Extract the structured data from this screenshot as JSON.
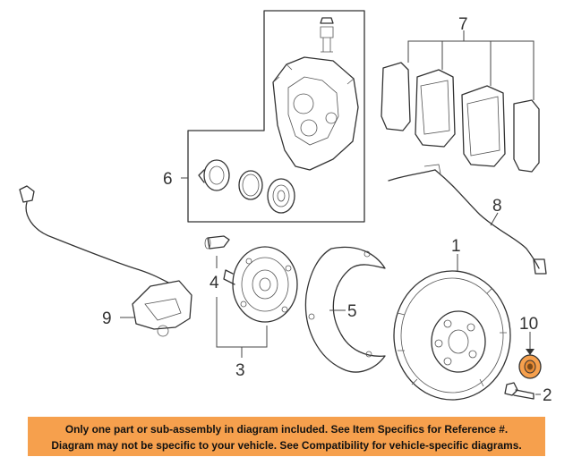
{
  "callouts": {
    "c1": "1",
    "c2": "2",
    "c3": "3",
    "c4": "4",
    "c5": "5",
    "c6": "6",
    "c7": "7",
    "c8": "8",
    "c9": "9",
    "c10": "10"
  },
  "highlight_color": "#f6a04d",
  "footer": {
    "line1": "Only one part or sub-assembly in diagram included. See Item Specifics for Reference #.",
    "line2": "Diagram may not be specific to your vehicle. See Compatibility for vehicle-specific diagrams."
  }
}
